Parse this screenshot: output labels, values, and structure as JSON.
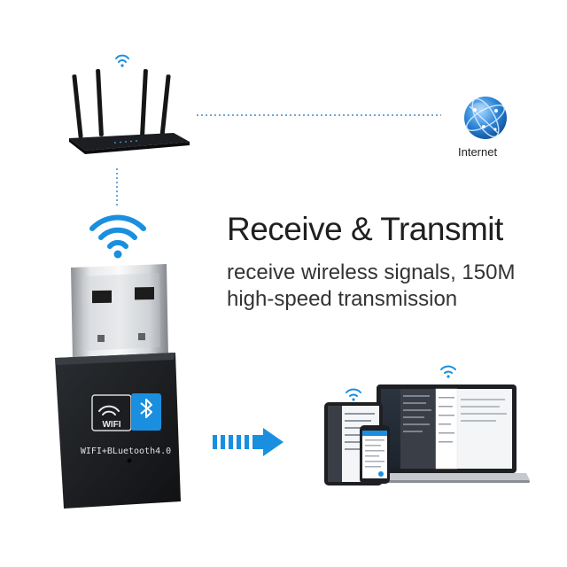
{
  "headline": "Receive & Transmit",
  "subtitle_line1": "receive wireless signals, 150M",
  "subtitle_line2": "high-speed transmission",
  "internet_label": "Internet",
  "dongle": {
    "badge_wifi": "WIFI",
    "model_text": "WIFI+BLuetooth4.0"
  },
  "colors": {
    "accent_blue": "#1a8fe0",
    "dongle_body": "#1b1d20",
    "text_dark": "#1f1f1f"
  },
  "icons": [
    "router-icon",
    "globe-icon",
    "wifi-icon",
    "bluetooth-icon",
    "arrow-right-icon",
    "tablet-icon",
    "phone-icon",
    "laptop-icon"
  ]
}
